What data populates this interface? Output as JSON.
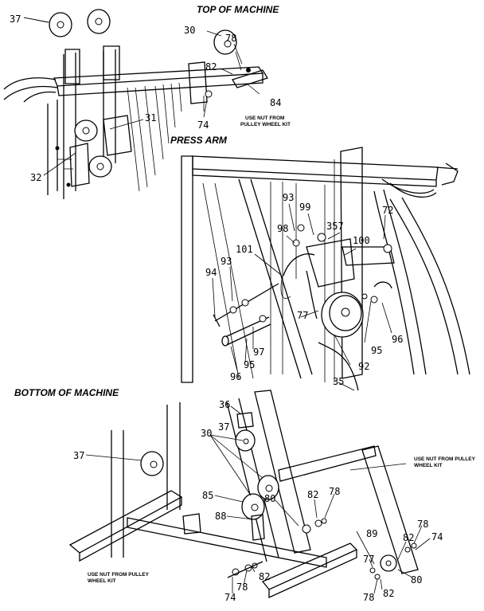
{
  "headings": {
    "top": "TOP OF MACHINE",
    "press": "PRESS ARM",
    "bottom": "BOTTOM OF MACHINE"
  },
  "notes": {
    "top_nut_1": "USE NUT FROM",
    "top_nut_2": "PULLEY WHEEL KIT",
    "bottom_left_1": "USE NUT FROM PULLEY",
    "bottom_left_2": "WHEEL KIT",
    "bottom_right_1": "USE NUT FROM PULLEY",
    "bottom_right_2": "WHEEL KIT"
  },
  "labels": {
    "t37": "37",
    "t30": "30",
    "t78": "78",
    "t82": "82",
    "t84": "84",
    "t74": "74",
    "t31": "31",
    "t32": "32",
    "p93a": "93",
    "p99": "99",
    "p98": "98",
    "p357": "357",
    "p100": "100",
    "p72": "72",
    "p101": "101",
    "p93b": "93",
    "p94": "94",
    "p77": "77",
    "p97": "97",
    "p96a": "96",
    "p95a": "95",
    "p96b": "96",
    "p95b": "95",
    "p92": "92",
    "p35": "35",
    "b36": "36",
    "b37a": "37",
    "b30": "30",
    "b37b": "37",
    "b85": "85",
    "b88": "88",
    "b80a": "80",
    "b82a": "82",
    "b78a": "78",
    "b89": "89",
    "b82b": "82",
    "b78b": "78",
    "b74a": "74",
    "b77": "77",
    "b80b": "80",
    "b78c": "78",
    "b82c": "82",
    "b82d": "82",
    "b78d": "78",
    "b74b": "74"
  }
}
